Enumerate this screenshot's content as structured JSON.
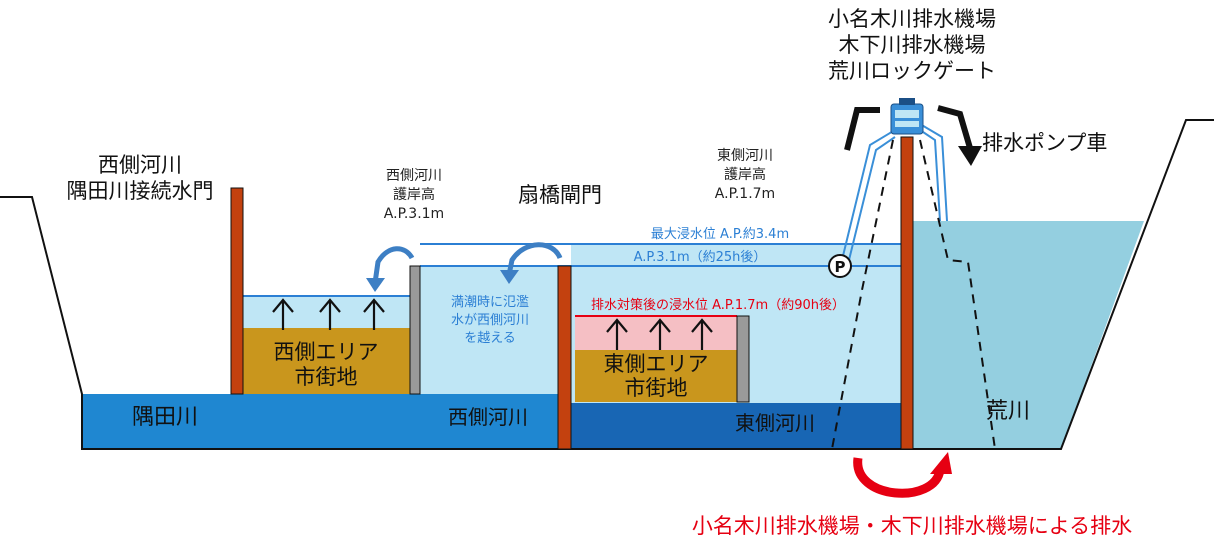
{
  "labels": {
    "station_line1": "小名木川排水機場",
    "station_line2": "木下川排水機場",
    "station_line3": "荒川ロックゲート",
    "pump_truck": "排水ポンプ車",
    "west_gate_line1": "西側河川",
    "west_gate_line2": "隅田川接続水門",
    "west_bank_line1": "西側河川",
    "west_bank_line2": "護岸高",
    "west_bank_line3": "A.P.3.1m",
    "ogibashi_gate": "扇橋閘門",
    "east_bank_line1": "東側河川",
    "east_bank_line2": "護岸高",
    "east_bank_line3": "A.P.1.7m",
    "max_level": "最大浸水位 A.P.約3.4m",
    "level_31": "A.P.3.1m（約25h後）",
    "level_17": "排水対策後の浸水位 A.P.1.7m（約90h後）",
    "overflow_line1": "満潮時に氾濫",
    "overflow_line2": "水が西側河川",
    "overflow_line3": "を越える",
    "west_area_line1": "西側エリア",
    "west_area_line2": "市街地",
    "east_area_line1": "東側エリア",
    "east_area_line2": "市街地",
    "sumida": "隅田川",
    "west_river": "西側河川",
    "east_river": "東側河川",
    "arakawa": "荒川",
    "pump_marker": "P",
    "drainage_caption": "小名木川排水機場・木下川排水機場による排水"
  },
  "colors": {
    "deep_river": "#1f87d1",
    "east_river": "#1866b4",
    "light_water": "#bfe6f5",
    "arakawa_water": "#94cfe0",
    "town": "#c9961d",
    "flood_red_zone": "#f5bfc4",
    "wall": "#c3410f",
    "level_blue": "#2b7fd4",
    "level_red": "#e60012",
    "caption_red": "#e60012"
  }
}
